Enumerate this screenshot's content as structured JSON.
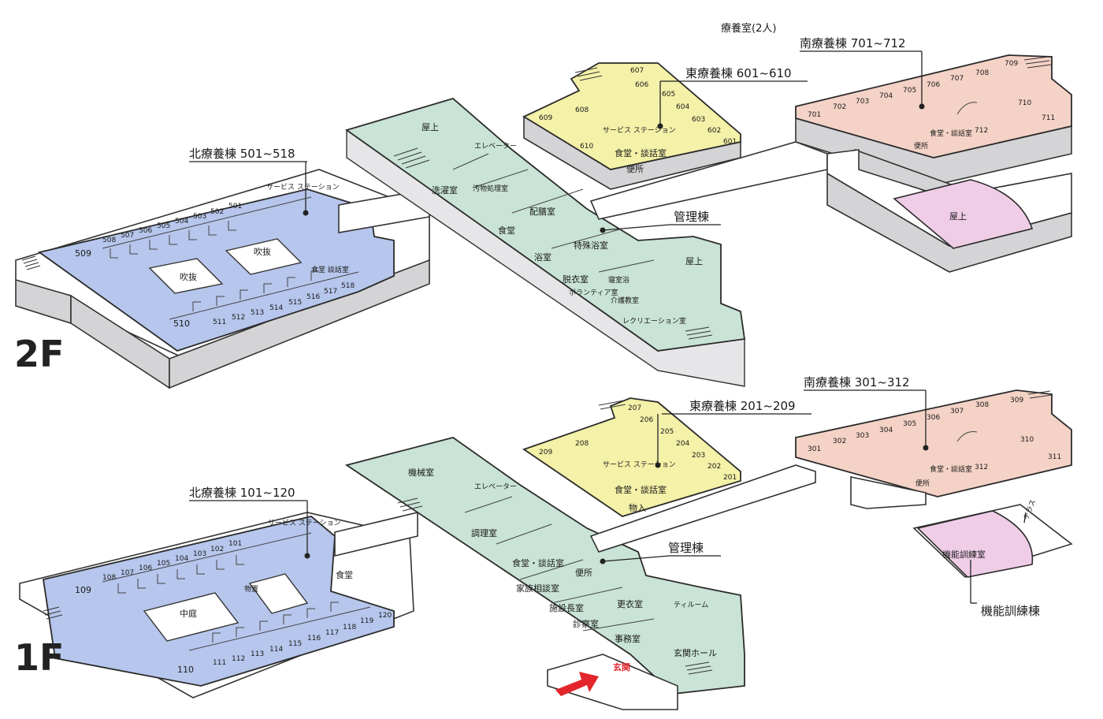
{
  "floors": {
    "f2": {
      "label": "2F",
      "buildings": {
        "north": {
          "label": "北療養棟 501~518",
          "rooms": [
            "509",
            "508",
            "507",
            "506",
            "505",
            "504",
            "503",
            "502",
            "501",
            "510",
            "511",
            "512",
            "513",
            "514",
            "515",
            "516",
            "517",
            "518"
          ],
          "service": "サービス ステーション",
          "void1": "吹抜",
          "void2": "吹抜",
          "dining": "食堂 談話室"
        },
        "admin": {
          "label": "管理棟",
          "roof1": "屋上",
          "roof2": "屋上",
          "elevator": "エレベーター",
          "laundry": "洗濯室",
          "dirty": "汚物処理室",
          "pantry": "配膳室",
          "dining": "食堂",
          "special_bath": "特殊浴室",
          "bath": "浴室",
          "changing": "脱衣室",
          "bathroom": "寝室浴",
          "volunteer": "ボランティア室",
          "care_class": "介護教室",
          "recreation": "レクリエーション室"
        },
        "east": {
          "label": "東療養棟 601~610",
          "rooms": [
            "607",
            "606",
            "605",
            "604",
            "603",
            "602",
            "601",
            "608",
            "609",
            "610"
          ],
          "service": "サービス ステーション",
          "dining": "食堂・談話室",
          "toilet": "便所"
        },
        "south": {
          "label": "南療養棟 701~712",
          "note": "療養室(2人)",
          "rooms": [
            "701",
            "702",
            "703",
            "704",
            "705",
            "706",
            "707",
            "708",
            "709",
            "710",
            "711",
            "712"
          ],
          "dining": "食堂・談話室",
          "toilet": "便所",
          "roof": "屋上"
        }
      }
    },
    "f1": {
      "label": "1F",
      "buildings": {
        "north": {
          "label": "北療養棟 101~120",
          "rooms": [
            "108",
            "107",
            "106",
            "105",
            "104",
            "103",
            "102",
            "101",
            "109",
            "110",
            "111",
            "112",
            "113",
            "114",
            "115",
            "116",
            "117",
            "118",
            "119",
            "120"
          ],
          "service": "サービス ステーション",
          "courtyard": "中庭",
          "storage": "物置",
          "dining": "食堂"
        },
        "admin": {
          "label": "管理棟",
          "machine": "機械室",
          "elevator": "エレベーター",
          "kitchen": "調理室",
          "dining": "食堂・談話室",
          "family": "家族相談室",
          "toilet": "便所",
          "facility_chief": "施設長室",
          "locker": "更衣室",
          "exam": "診察室",
          "tearoom": "ティルーム",
          "office": "事務室",
          "hall": "玄関ホール",
          "entrance": "玄関"
        },
        "east": {
          "label": "東療養棟 201~209",
          "rooms": [
            "207",
            "206",
            "205",
            "204",
            "203",
            "202",
            "201",
            "208",
            "209"
          ],
          "service": "サービス ステーション",
          "dining": "食堂・談話室",
          "storage": "物入"
        },
        "south": {
          "label": "南療養棟 301~312",
          "rooms": [
            "301",
            "302",
            "303",
            "304",
            "305",
            "306",
            "307",
            "308",
            "309",
            "310",
            "311",
            "312"
          ],
          "dining": "食堂・談話室",
          "toilet": "便所"
        },
        "rehab": {
          "label": "機能訓練棟",
          "room": "機能訓練室",
          "terrace": "テラス"
        }
      }
    }
  },
  "colors": {
    "north": "#b6c6ec",
    "admin": "#c9e3d6",
    "east": "#f4f1a8",
    "south": "#f4d2c6",
    "rehab": "#f0cde7",
    "wall": "#d4d4d6",
    "entrance_arrow": "#e3262b"
  }
}
